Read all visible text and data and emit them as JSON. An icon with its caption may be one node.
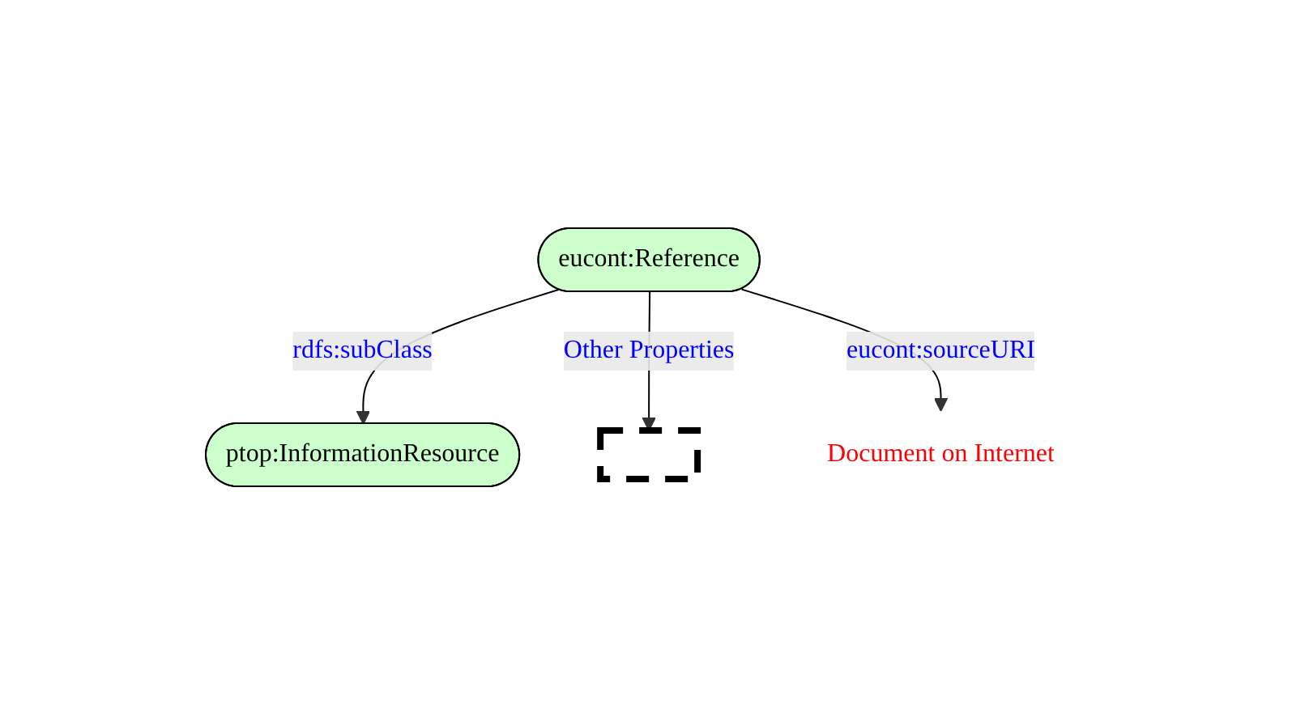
{
  "diagram": {
    "nodes": [
      {
        "text": [
          "ptop:InformationResource"
        ]
      },
      {
        "text": [
          "eucont:Reference"
        ]
      },
      {
        "text": [],
        "shape": "box"
      },
      {
        "text": [
          "Document on Internet"
        ]
      }
    ],
    "edges": [
      {
        "from": 1,
        "to": 0,
        "arrow": "to",
        "label": "rdfs:subClass"
      },
      {
        "from": 1,
        "to": 2,
        "arrow": "to",
        "label": "Other Properties"
      },
      {
        "from": 1,
        "to": 3,
        "arrow": "to",
        "label": "eucont:sourceURI"
      }
    ]
  }
}
